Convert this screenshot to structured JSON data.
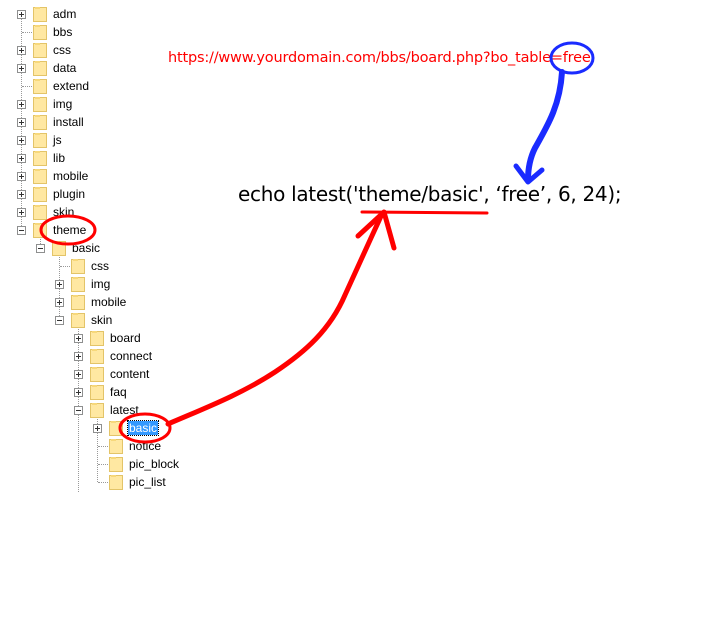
{
  "tree": {
    "items": [
      {
        "label": "adm",
        "state": "collapsed"
      },
      {
        "label": "bbs",
        "state": "leaf"
      },
      {
        "label": "css",
        "state": "collapsed"
      },
      {
        "label": "data",
        "state": "collapsed"
      },
      {
        "label": "extend",
        "state": "leaf"
      },
      {
        "label": "img",
        "state": "collapsed"
      },
      {
        "label": "install",
        "state": "collapsed"
      },
      {
        "label": "js",
        "state": "collapsed"
      },
      {
        "label": "lib",
        "state": "collapsed"
      },
      {
        "label": "mobile",
        "state": "collapsed"
      },
      {
        "label": "plugin",
        "state": "collapsed"
      },
      {
        "label": "skin",
        "state": "collapsed"
      },
      {
        "label": "theme",
        "state": "expanded"
      },
      {
        "label": "basic",
        "state": "expanded"
      },
      {
        "label": "css",
        "state": "leaf"
      },
      {
        "label": "img",
        "state": "collapsed"
      },
      {
        "label": "mobile",
        "state": "collapsed"
      },
      {
        "label": "skin",
        "state": "expanded"
      },
      {
        "label": "board",
        "state": "collapsed"
      },
      {
        "label": "connect",
        "state": "collapsed"
      },
      {
        "label": "content",
        "state": "collapsed"
      },
      {
        "label": "faq",
        "state": "collapsed"
      },
      {
        "label": "latest",
        "state": "expanded"
      },
      {
        "label": "basic",
        "state": "collapsed",
        "selected": true
      },
      {
        "label": "notice",
        "state": "leaf"
      },
      {
        "label": "pic_block",
        "state": "leaf"
      },
      {
        "label": "pic_list",
        "state": "leaf"
      }
    ]
  },
  "annotations": {
    "url_text": "https://www.yourdomain.com/bbs/board.php?bo_table=free",
    "code_text": "echo latest('theme/basic', ‘free’, 6, 24);",
    "colors": {
      "url": "#ff0000",
      "red_marker": "#ff0000",
      "blue_marker": "#1a2bff",
      "selection": "#3399ff"
    }
  }
}
